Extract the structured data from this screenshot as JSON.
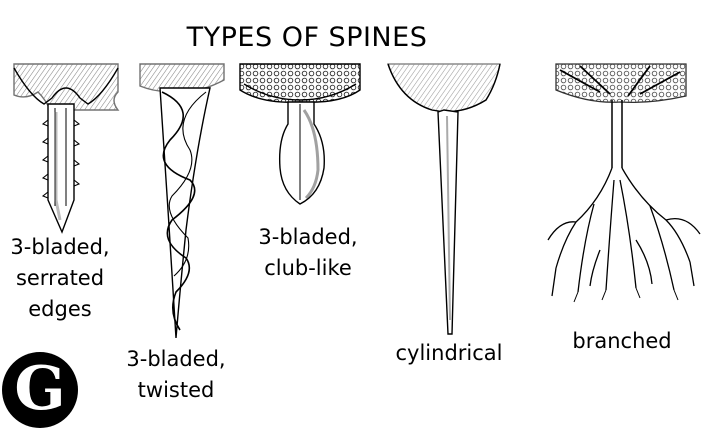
{
  "title": "TYPES OF SPINES",
  "badge": "G",
  "spines": [
    {
      "name": "serrated",
      "label_lines": [
        "3-bladed,",
        "serrated",
        "edges"
      ]
    },
    {
      "name": "twisted",
      "label_lines": [
        "3-bladed,",
        "twisted"
      ]
    },
    {
      "name": "club-like",
      "label_lines": [
        "3-bladed,",
        "club-like"
      ]
    },
    {
      "name": "cylindrical",
      "label_lines": [
        "cylindrical"
      ]
    },
    {
      "name": "branched",
      "label_lines": [
        "branched"
      ]
    }
  ]
}
